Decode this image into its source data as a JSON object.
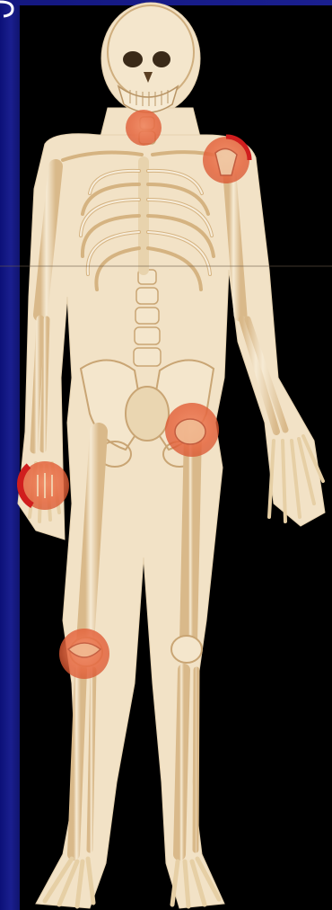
{
  "scene": {
    "subject": "skeleton-anatomical-illustration",
    "background_color": "#000000",
    "side_panel_color": "#1a1f8f",
    "silhouette_color": "#f2e2c6",
    "bone_color": "#f4e6cc",
    "bone_shadow_color": "#d9b98a",
    "highlight_color": "#e8674a",
    "highlight_rim_color": "#d01e1e"
  },
  "highlighted_joints": [
    {
      "name": "neck"
    },
    {
      "name": "left-shoulder"
    },
    {
      "name": "right-wrist"
    },
    {
      "name": "left-hip"
    },
    {
      "name": "right-knee"
    }
  ]
}
